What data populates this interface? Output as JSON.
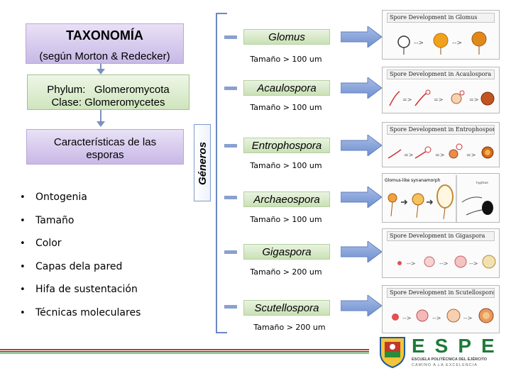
{
  "title_box": {
    "title": "TAXONOMÍA",
    "subtitle": "(según Morton & Redecker)"
  },
  "phylum_box": {
    "line1": "Phylum:   Glomeromycota",
    "line2": "Clase: Glomeromycetes"
  },
  "characteristics_box": {
    "line1": "Características de las",
    "line2": "esporas"
  },
  "features": [
    "Ontogenia",
    "Tamaño",
    "Color",
    "Capas dela pared",
    "Hifa de sustentación",
    "Técnicas moleculares"
  ],
  "generos_label": "Géneros",
  "genera": [
    {
      "name": "Glomus",
      "size": "Tamaño > 100 um",
      "panel_title": "Spore Development in Glomus"
    },
    {
      "name": "Acaulospora",
      "size": "Tamaño > 100 um",
      "panel_title": "Spore Development in Acaulospora"
    },
    {
      "name": "Entrophospora",
      "size": "Tamaño > 100 um",
      "panel_title": "Spore Development in Entrophospora"
    },
    {
      "name": "Archaeospora",
      "size": "Tamaño > 100 um",
      "panel_title": "Glomus-like synanamorph"
    },
    {
      "name": "Gigaspora",
      "size": "Tamaño > 200 um",
      "panel_title": "Spore Development in Gigaspora"
    },
    {
      "name": "Scutellospora",
      "size": "Tamaño > 200 um",
      "panel_title": "Spore Development in Scutellospora"
    }
  ],
  "logo": {
    "letters": "ESPE",
    "line1": "ESCUELA POLITÉCNICA DEL EJÉRCITO",
    "line2": "CAMINO A LA EXCELENCIA"
  },
  "colors": {
    "purple_box": "#d3c6ec",
    "green_box": "#d6eac6",
    "arrow_blue": "#7b8fc0",
    "logo_green": "#1f7a3a",
    "footer_red": "#c0392b",
    "footer_green": "#2e8b3a"
  }
}
